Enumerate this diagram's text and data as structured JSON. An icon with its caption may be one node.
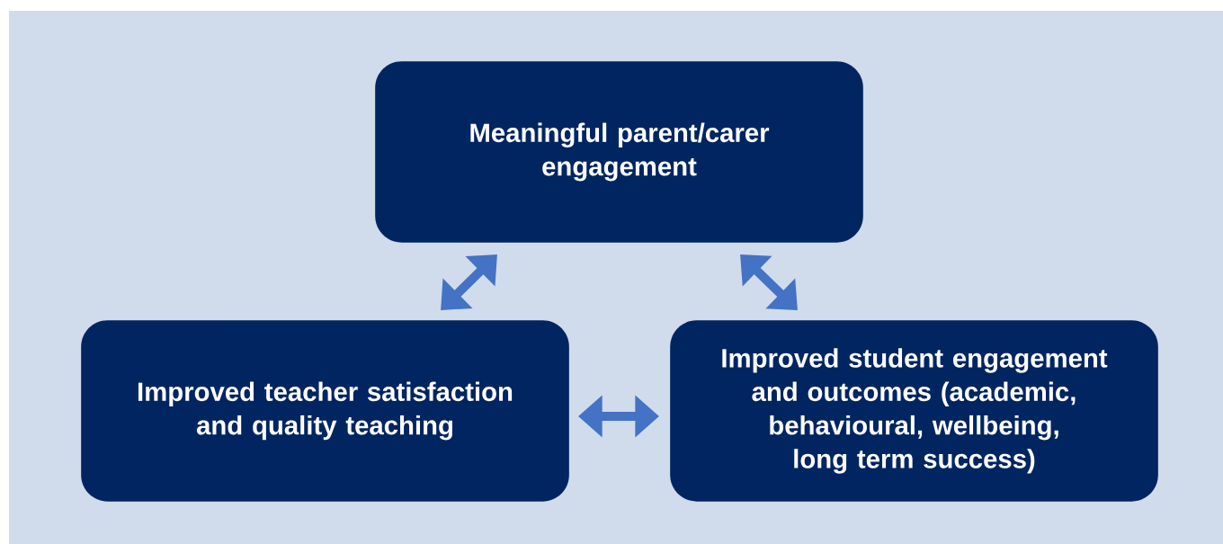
{
  "diagram": {
    "nodes": [
      {
        "text": [
          "Meaningful parent/carer engagement"
        ]
      },
      {
        "text": [
          "Improved teacher satisfaction and quality teaching"
        ]
      },
      {
        "text": [
          "Improved student engagement and outcomes (academic, behavioural, wellbeing, long term success)"
        ]
      }
    ],
    "edges": [
      {
        "from": 0,
        "to": 1,
        "arrow": "both"
      },
      {
        "from": 0,
        "to": 2,
        "arrow": "both"
      },
      {
        "from": 1,
        "to": 2,
        "arrow": "both"
      }
    ]
  }
}
